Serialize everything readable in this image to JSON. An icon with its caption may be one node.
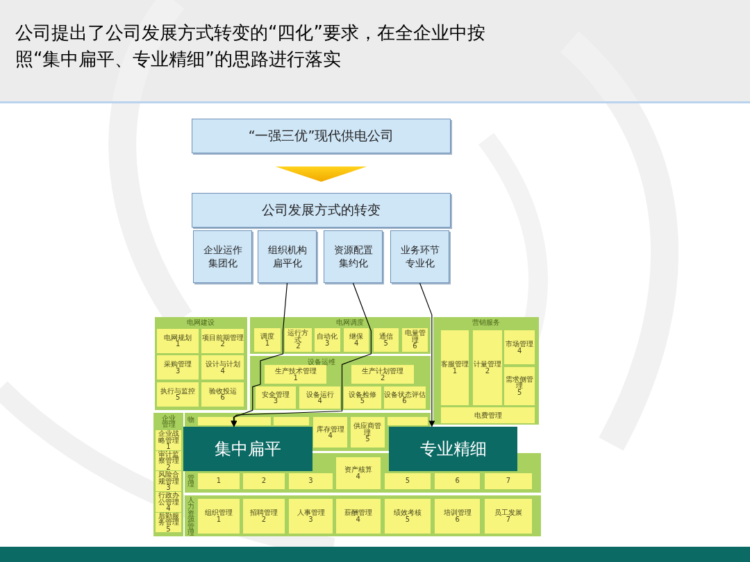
{
  "diagram": {
    "title": "公司提出了公司发展方式转变的“四化”要求，在全企业中按照“集中扁平、专业精细”的思路进行落实",
    "nodes": [
      {
        "text": [
          "“一强三优”现代供电公司"
        ]
      },
      {
        "text": [
          "公司发展方式的转变"
        ]
      },
      {
        "text": [
          "企业运作集团化"
        ]
      },
      {
        "text": [
          "组织机构扁平化"
        ]
      },
      {
        "text": [
          "资源配置集约化"
        ]
      },
      {
        "text": [
          "业务环节专业化"
        ]
      },
      {
        "text": [
          "电网建设"
        ]
      },
      {
        "text": [
          "电网规划",
          "1"
        ],
        "in": 6
      },
      {
        "text": [
          "项目前期管理",
          "2"
        ],
        "in": 6
      },
      {
        "text": [
          "采购管理",
          "3"
        ],
        "in": 6
      },
      {
        "text": [
          "设计与计划",
          "4"
        ],
        "in": 6
      },
      {
        "text": [
          "执行与监控",
          "5"
        ],
        "in": 6
      },
      {
        "text": [
          "验收投运",
          "6"
        ],
        "in": 6
      },
      {
        "text": [
          "电网调度"
        ]
      },
      {
        "text": [
          "调度",
          "1"
        ],
        "in": 13
      },
      {
        "text": [
          "运行方式",
          "2"
        ],
        "in": 13
      },
      {
        "text": [
          "自动化",
          "3"
        ],
        "in": 13
      },
      {
        "text": [
          "继保",
          "4"
        ],
        "in": 13
      },
      {
        "text": [
          "通信",
          "5"
        ],
        "in": 13
      },
      {
        "text": [
          "电量管理",
          "6"
        ],
        "in": 13
      },
      {
        "text": [
          "设备运维"
        ]
      },
      {
        "text": [
          "生产技术管理",
          "1"
        ],
        "in": 20
      },
      {
        "text": [
          "生产计划管理",
          "2"
        ],
        "in": 20
      },
      {
        "text": [
          "安全管理",
          "3"
        ],
        "in": 20
      },
      {
        "text": [
          "设备运行",
          "4"
        ],
        "in": 20
      },
      {
        "text": [
          "设备检修",
          "5"
        ],
        "in": 20
      },
      {
        "text": [
          "设备状态评估",
          "6"
        ],
        "in": 20
      },
      {
        "text": [
          "营销服务"
        ]
      },
      {
        "text": [
          "客服管理",
          "1"
        ],
        "in": 27
      },
      {
        "text": [
          "计量管理",
          "2"
        ],
        "in": 27
      },
      {
        "text": [
          "市场管理",
          "4"
        ],
        "in": 27
      },
      {
        "text": [
          "需求侧管理",
          "5"
        ],
        "in": 27
      },
      {
        "text": [
          "电费管理"
        ],
        "in": 27
      },
      {
        "text": [
          "企业管理"
        ]
      },
      {
        "text": [
          "企业战略管理",
          "1"
        ],
        "in": 33
      },
      {
        "text": [
          "审计监察管理",
          "2"
        ],
        "in": 33
      },
      {
        "text": [
          "风险合规管理",
          "3"
        ],
        "in": 33
      },
      {
        "text": [
          "行政办公管理",
          "4"
        ],
        "in": 33
      },
      {
        "text": [
          "后勤服务管理",
          "5"
        ],
        "in": 33
      },
      {
        "text": [
          "物"
        ]
      },
      {
        "text": [],
        "shape": "box",
        "in": 39
      },
      {
        "text": [],
        "shape": "box",
        "in": 39
      },
      {
        "text": [],
        "shape": "box",
        "in": 39
      },
      {
        "text": [
          "库存管理",
          "4"
        ],
        "in": 39
      },
      {
        "text": [
          "供应商管理",
          "5"
        ],
        "in": 39
      },
      {
        "text": [],
        "shape": "box",
        "in": 39
      },
      {
        "text": [
          "管理"
        ]
      },
      {
        "text": [
          "1"
        ],
        "in": 46
      },
      {
        "text": [
          "2"
        ],
        "in": 46
      },
      {
        "text": [
          "3"
        ],
        "in": 46
      },
      {
        "text": [
          "资产核算",
          "4"
        ],
        "in": 46
      },
      {
        "text": [
          "5"
        ],
        "in": 46
      },
      {
        "text": [
          "6"
        ],
        "in": 46
      },
      {
        "text": [
          "7"
        ],
        "in": 46
      },
      {
        "text": [
          "人力资源管理"
        ]
      },
      {
        "text": [
          "组织管理",
          "1"
        ],
        "in": 54
      },
      {
        "text": [
          "招聘管理",
          "2"
        ],
        "in": 54
      },
      {
        "text": [
          "人事管理",
          "3"
        ],
        "in": 54
      },
      {
        "text": [
          "薪酬管理",
          "4"
        ],
        "in": 54
      },
      {
        "text": [
          "绩效考核",
          "5"
        ],
        "in": 54
      },
      {
        "text": [
          "培训管理",
          "6"
        ],
        "in": 54
      },
      {
        "text": [
          "员工发展",
          "7"
        ],
        "in": 54
      },
      {
        "text": [
          "集中扁平"
        ]
      },
      {
        "text": [
          "专业精细"
        ]
      }
    ],
    "edges": [
      {
        "from": 0,
        "to": 1,
        "arrow": "to"
      },
      {
        "from": 3,
        "to": 62,
        "arrow": "to"
      },
      {
        "from": 4,
        "to": 62,
        "arrow": "to"
      },
      {
        "from": 5,
        "to": 63,
        "arrow": "to"
      }
    ]
  }
}
